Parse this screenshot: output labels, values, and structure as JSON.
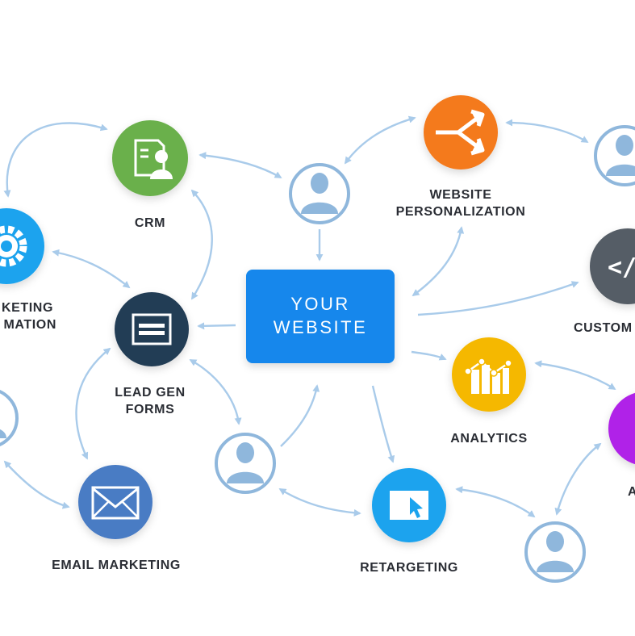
{
  "center": {
    "line1": "YOUR",
    "line2": "WEBSITE"
  },
  "nodes": {
    "crm": {
      "label": "CRM"
    },
    "marketing_automation": {
      "line1": "KETING",
      "line2": "MATION"
    },
    "lead_gen": {
      "line1": "LEAD GEN",
      "line2": "FORMS"
    },
    "email": {
      "label": "EMAIL MARKETING"
    },
    "personalization": {
      "line1": "WEBSITE",
      "line2": "PERSONALIZATION"
    },
    "custom": {
      "label": "CUSTOM"
    },
    "analytics": {
      "label": "ANALYTICS"
    },
    "retargeting": {
      "label": "RETARGETING"
    },
    "partial_purple": {
      "label": "A"
    }
  },
  "colors": {
    "crm": "#6ab04c",
    "marketing_automation": "#1aa3ee",
    "lead_gen": "#243c55",
    "email": "#4a7cc4",
    "personalization": "#f47a1f",
    "custom": "#555d66",
    "analytics": "#f5b800",
    "retargeting": "#1aa3ee",
    "purple": "#b020e8",
    "website": "#1287ec",
    "arrow": "#a9cbea",
    "visitor": "#8fb7dc"
  }
}
